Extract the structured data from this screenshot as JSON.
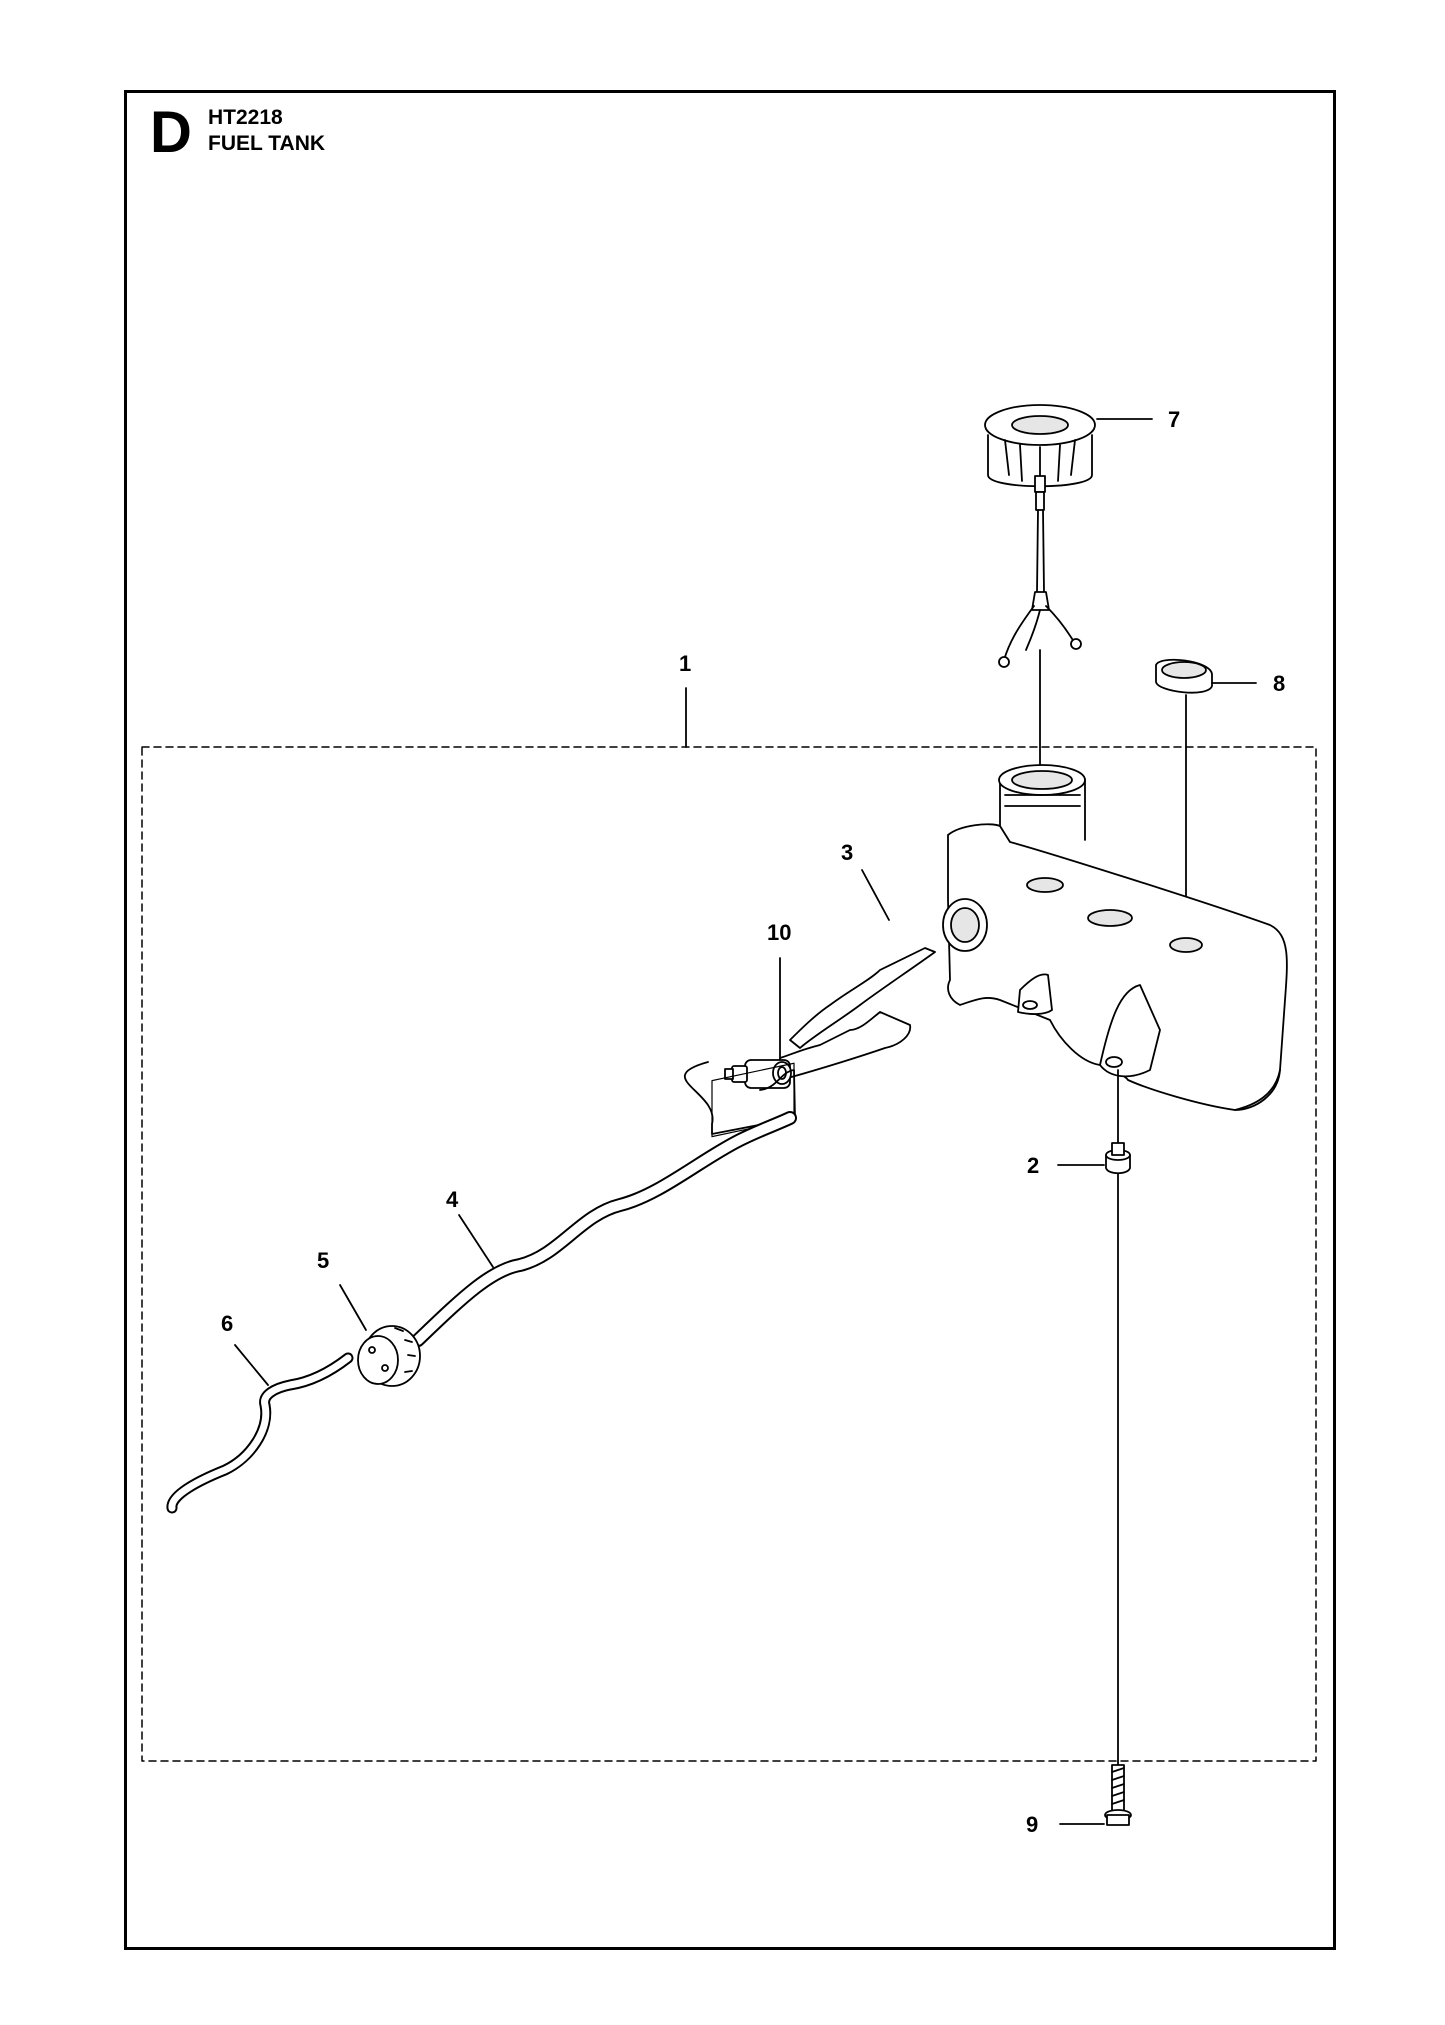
{
  "header": {
    "section_letter": "D",
    "model": "HT2218",
    "title": "FUEL TANK"
  },
  "callouts": [
    {
      "id": "1",
      "part": "fuel-tank-assembly"
    },
    {
      "id": "2",
      "part": "grommet"
    },
    {
      "id": "3",
      "part": "vent-valve"
    },
    {
      "id": "4",
      "part": "fuel-hose"
    },
    {
      "id": "5",
      "part": "fuel-filter"
    },
    {
      "id": "6",
      "part": "return-hose"
    },
    {
      "id": "7",
      "part": "fuel-cap"
    },
    {
      "id": "8",
      "part": "rubber-plug"
    },
    {
      "id": "9",
      "part": "screw"
    },
    {
      "id": "10",
      "part": "washer"
    }
  ],
  "colors": {
    "line": "#000000",
    "part_fill": "#ffffff",
    "part_shade": "#e6e6e6"
  }
}
